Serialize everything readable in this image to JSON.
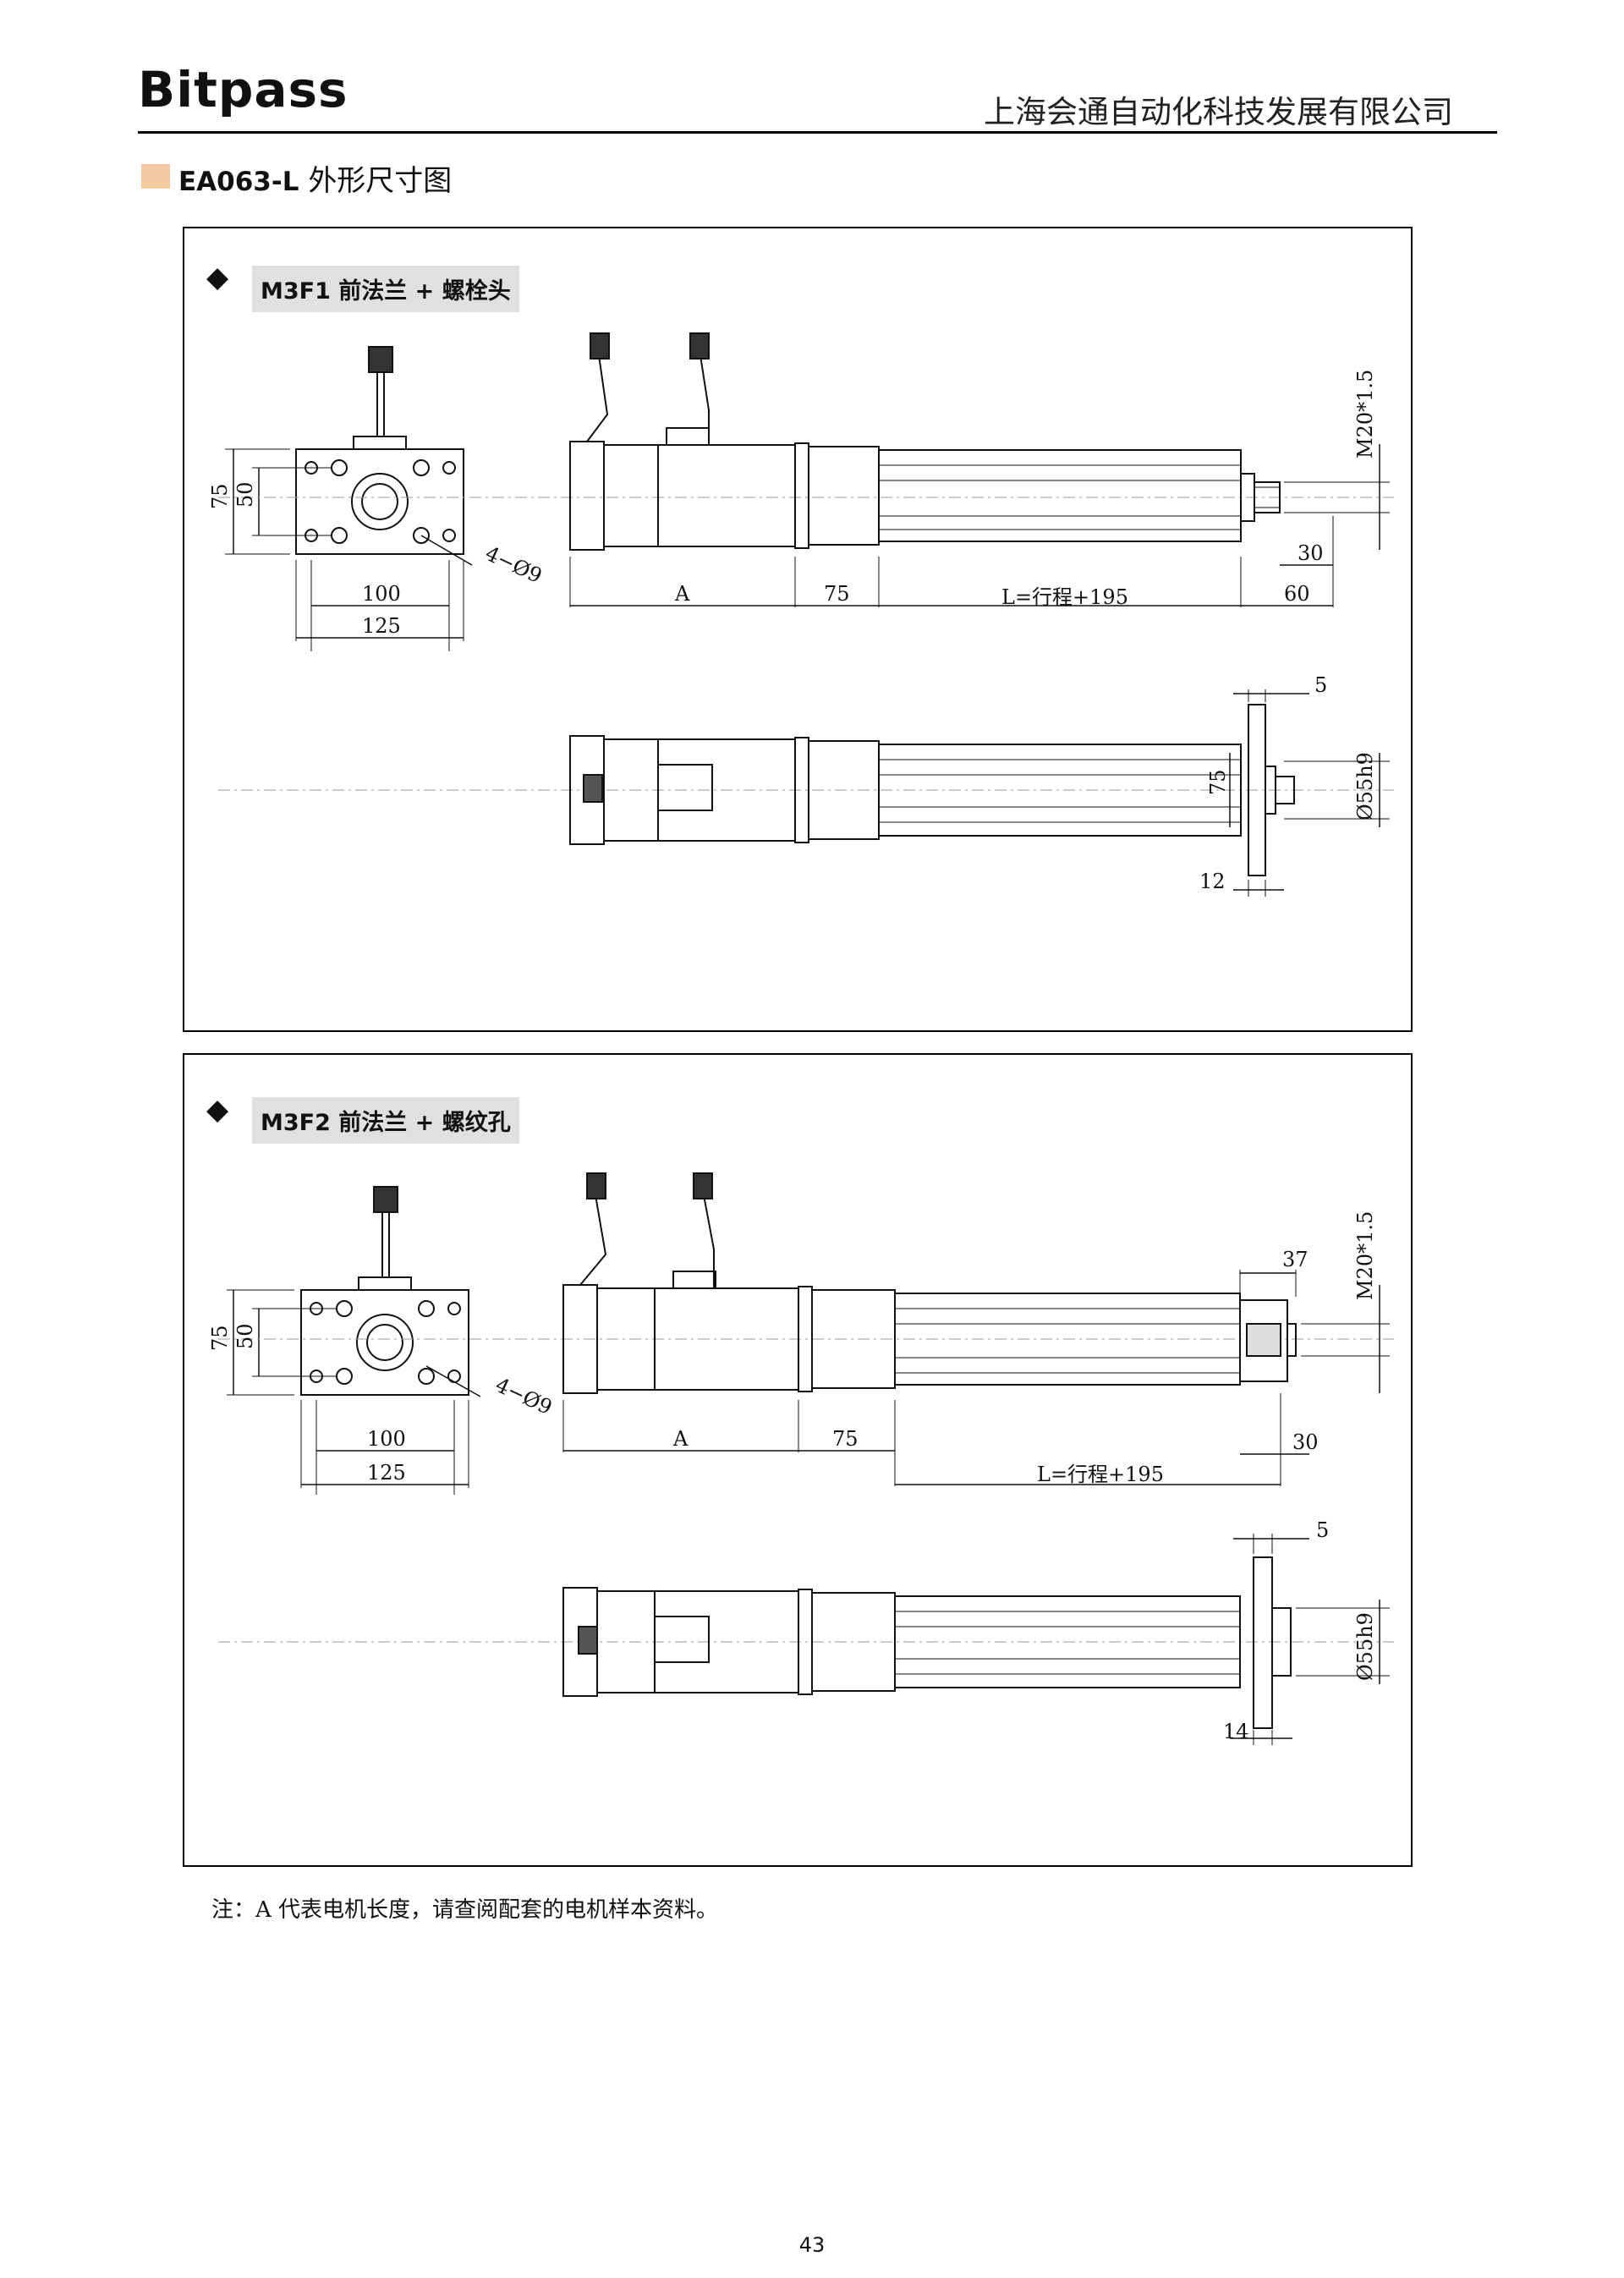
{
  "header": {
    "brand": "Bitpass",
    "company": "上海会通自动化科技发展有限公司"
  },
  "section": {
    "code": "EA063-L",
    "title": "外形尺寸图"
  },
  "panels": [
    {
      "label": "M3F1 前法兰 + 螺栓头",
      "dims": {
        "d75": "75",
        "d50": "50",
        "d100": "100",
        "d125": "125",
        "holes": "4−Ø9",
        "A": "A",
        "s75": "75",
        "L": "L=行程+195",
        "d60": "60",
        "d30": "30",
        "thread": "M20*1.5",
        "d5": "5",
        "d12": "12",
        "f75": "75",
        "pilot": "Ø55h9"
      }
    },
    {
      "label": "M3F2 前法兰 + 螺纹孔",
      "dims": {
        "d75": "75",
        "d50": "50",
        "d100": "100",
        "d125": "125",
        "holes": "4−Ø9",
        "A": "A",
        "s75": "75",
        "L": "L=行程+195",
        "d37": "37",
        "d30": "30",
        "thread": "M20*1.5",
        "d5": "5",
        "d14": "14",
        "pilot": "Ø55h9"
      }
    }
  ],
  "note": "注：A 代表电机长度，请查阅配套的电机样本资料。",
  "page_number": "43"
}
